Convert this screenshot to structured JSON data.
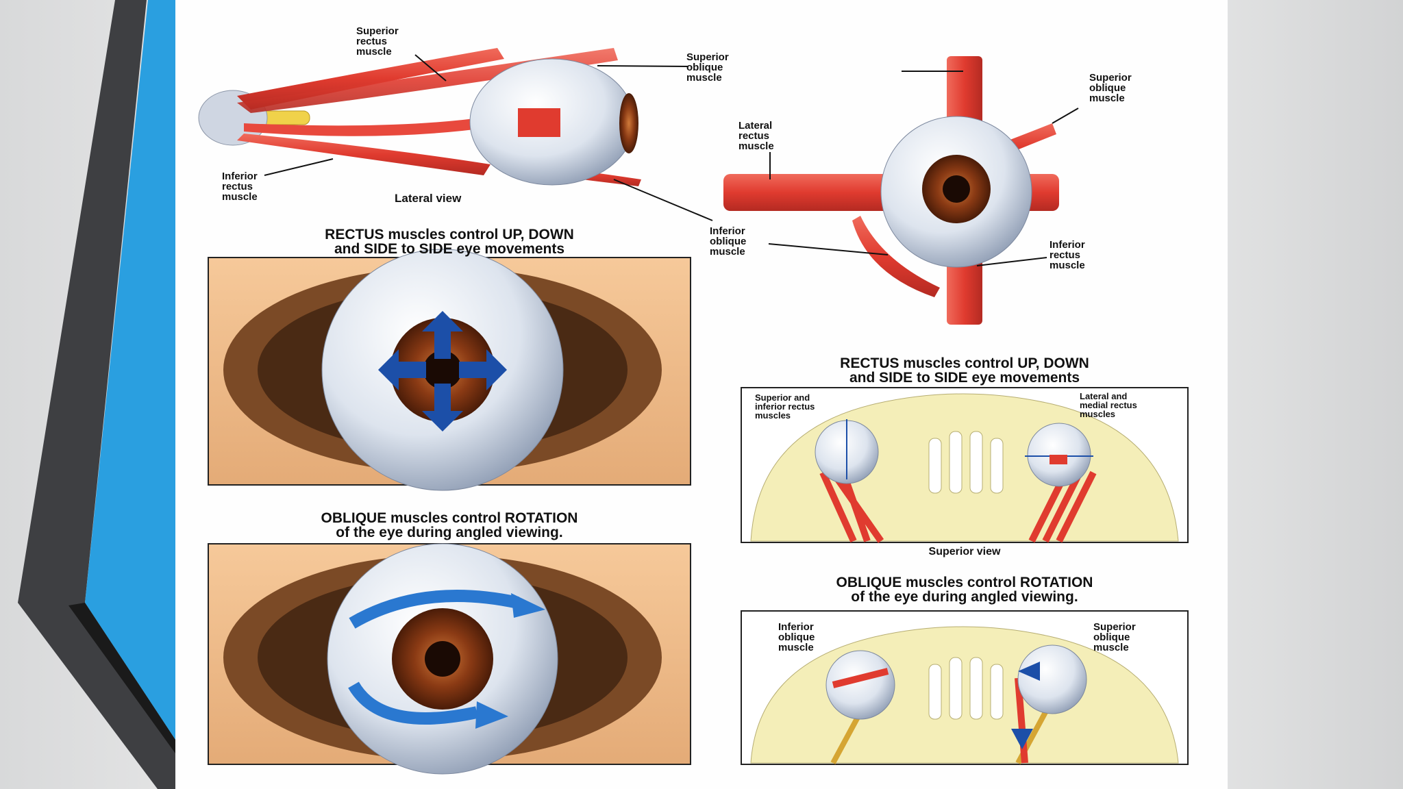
{
  "colors": {
    "accent_blue": "#2a9fe0",
    "dark_bar": "#3e3f42",
    "muscle_red": "#e03b2f",
    "iris_brown": "#8a3a14",
    "bone_yellow": "#f4eeb8",
    "arrow_blue": "#1c4fa8"
  },
  "lateral": {
    "superior_rectus": "Superior\nrectus\nmuscle",
    "superior_oblique": "Superior\noblique\nmuscle",
    "inferior_rectus": "Inferior\nrectus\nmuscle",
    "view_label": "Lateral view",
    "inferior_oblique": "Inferior\noblique\nmuscle"
  },
  "frontal": {
    "lateral_rectus": "Lateral\nrectus\nmuscle",
    "superior_oblique": "Superior\noblique\nmuscle",
    "inferior_rectus": "Inferior\nrectus\nmuscle"
  },
  "left_rectus_title": "RECTUS muscles control UP, DOWN\nand SIDE to SIDE eye movements",
  "left_oblique_title": "OBLIQUE muscles control ROTATION\nof the eye during angled viewing.",
  "right_rectus_title": "RECTUS muscles control UP, DOWN\nand SIDE to SIDE eye movements",
  "right_oblique_title": "OBLIQUE muscles control ROTATION\nof the eye during angled viewing.",
  "superior_panel": {
    "left_label": "Superior and\ninferior rectus\nmuscles",
    "right_label": "Lateral and\nmedial rectus\nmuscles",
    "view_label": "Superior view"
  },
  "oblique_panel": {
    "left_label": "Inferior\noblique\nmuscle",
    "right_label": "Superior\noblique\nmuscle"
  }
}
